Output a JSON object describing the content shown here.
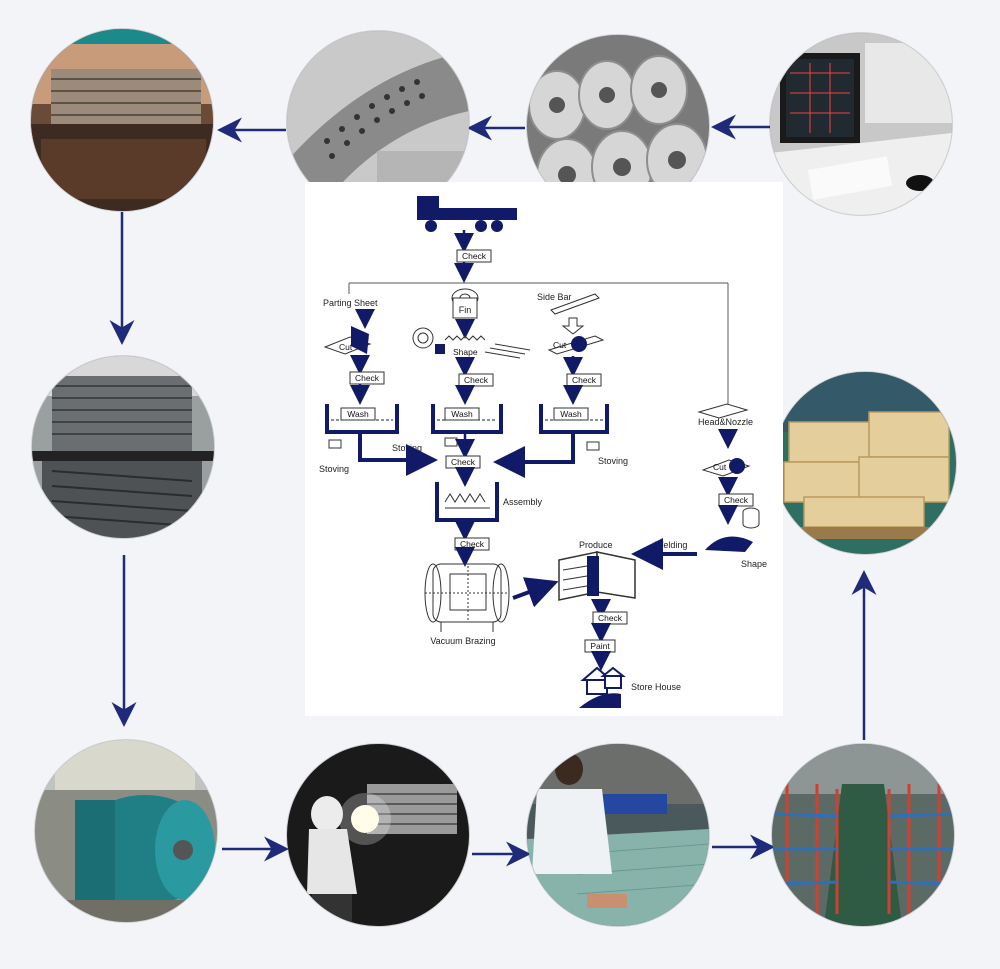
{
  "colors": {
    "arrow": "#1f2a7a",
    "page_bg": "#f3f4f7",
    "flow_ink": "#111a66"
  },
  "photos": [
    {
      "id": "heating-oven",
      "icon": "photo-oven-icon"
    },
    {
      "id": "fin-strip",
      "icon": "photo-fin-icon"
    },
    {
      "id": "aluminum-coils",
      "icon": "photo-coils-icon"
    },
    {
      "id": "cad-design",
      "icon": "photo-cad-icon"
    },
    {
      "id": "core-stacking",
      "icon": "photo-core-icon"
    },
    {
      "id": "wooden-crates",
      "icon": "photo-crates-icon"
    },
    {
      "id": "vacuum-furnace",
      "icon": "photo-furnace-icon"
    },
    {
      "id": "welding",
      "icon": "photo-welding-icon"
    },
    {
      "id": "leak-test",
      "icon": "photo-leaktest-icon"
    },
    {
      "id": "warehouse",
      "icon": "photo-warehouse-icon"
    }
  ],
  "flowchart": {
    "check": "Check",
    "parting_sheet": "Parting Sheet",
    "fin": "Fin",
    "side_bar": "Side Bar",
    "cut": "Cut",
    "shape": "Shape",
    "wash": "Wash",
    "stoving": "Stoving",
    "head_nozzle": "Head&Nozzle",
    "assembly": "Assembly",
    "welding": "Welding",
    "produce": "Produce",
    "vacuum_brazing": "Vacuum Brazing",
    "paint": "Paint",
    "store_house": "Store House"
  }
}
